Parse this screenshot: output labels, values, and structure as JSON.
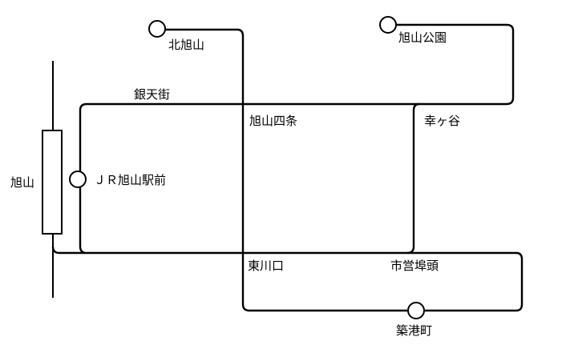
{
  "map": {
    "station": {
      "name": "旭山"
    },
    "stops": {
      "kita_asahiyama": "北旭山",
      "asahiyama_koen": "旭山公園",
      "jr_asahiyama_ekimae": "ＪＲ旭山駅前",
      "chikkomachi": "築港町"
    },
    "places": {
      "gintengai": "銀天街",
      "asahiyama_yonjo": "旭山四条",
      "sachigaya": "幸ヶ谷",
      "higashikawaguchi": "東川口",
      "shiei_futo": "市営埠頭"
    }
  }
}
